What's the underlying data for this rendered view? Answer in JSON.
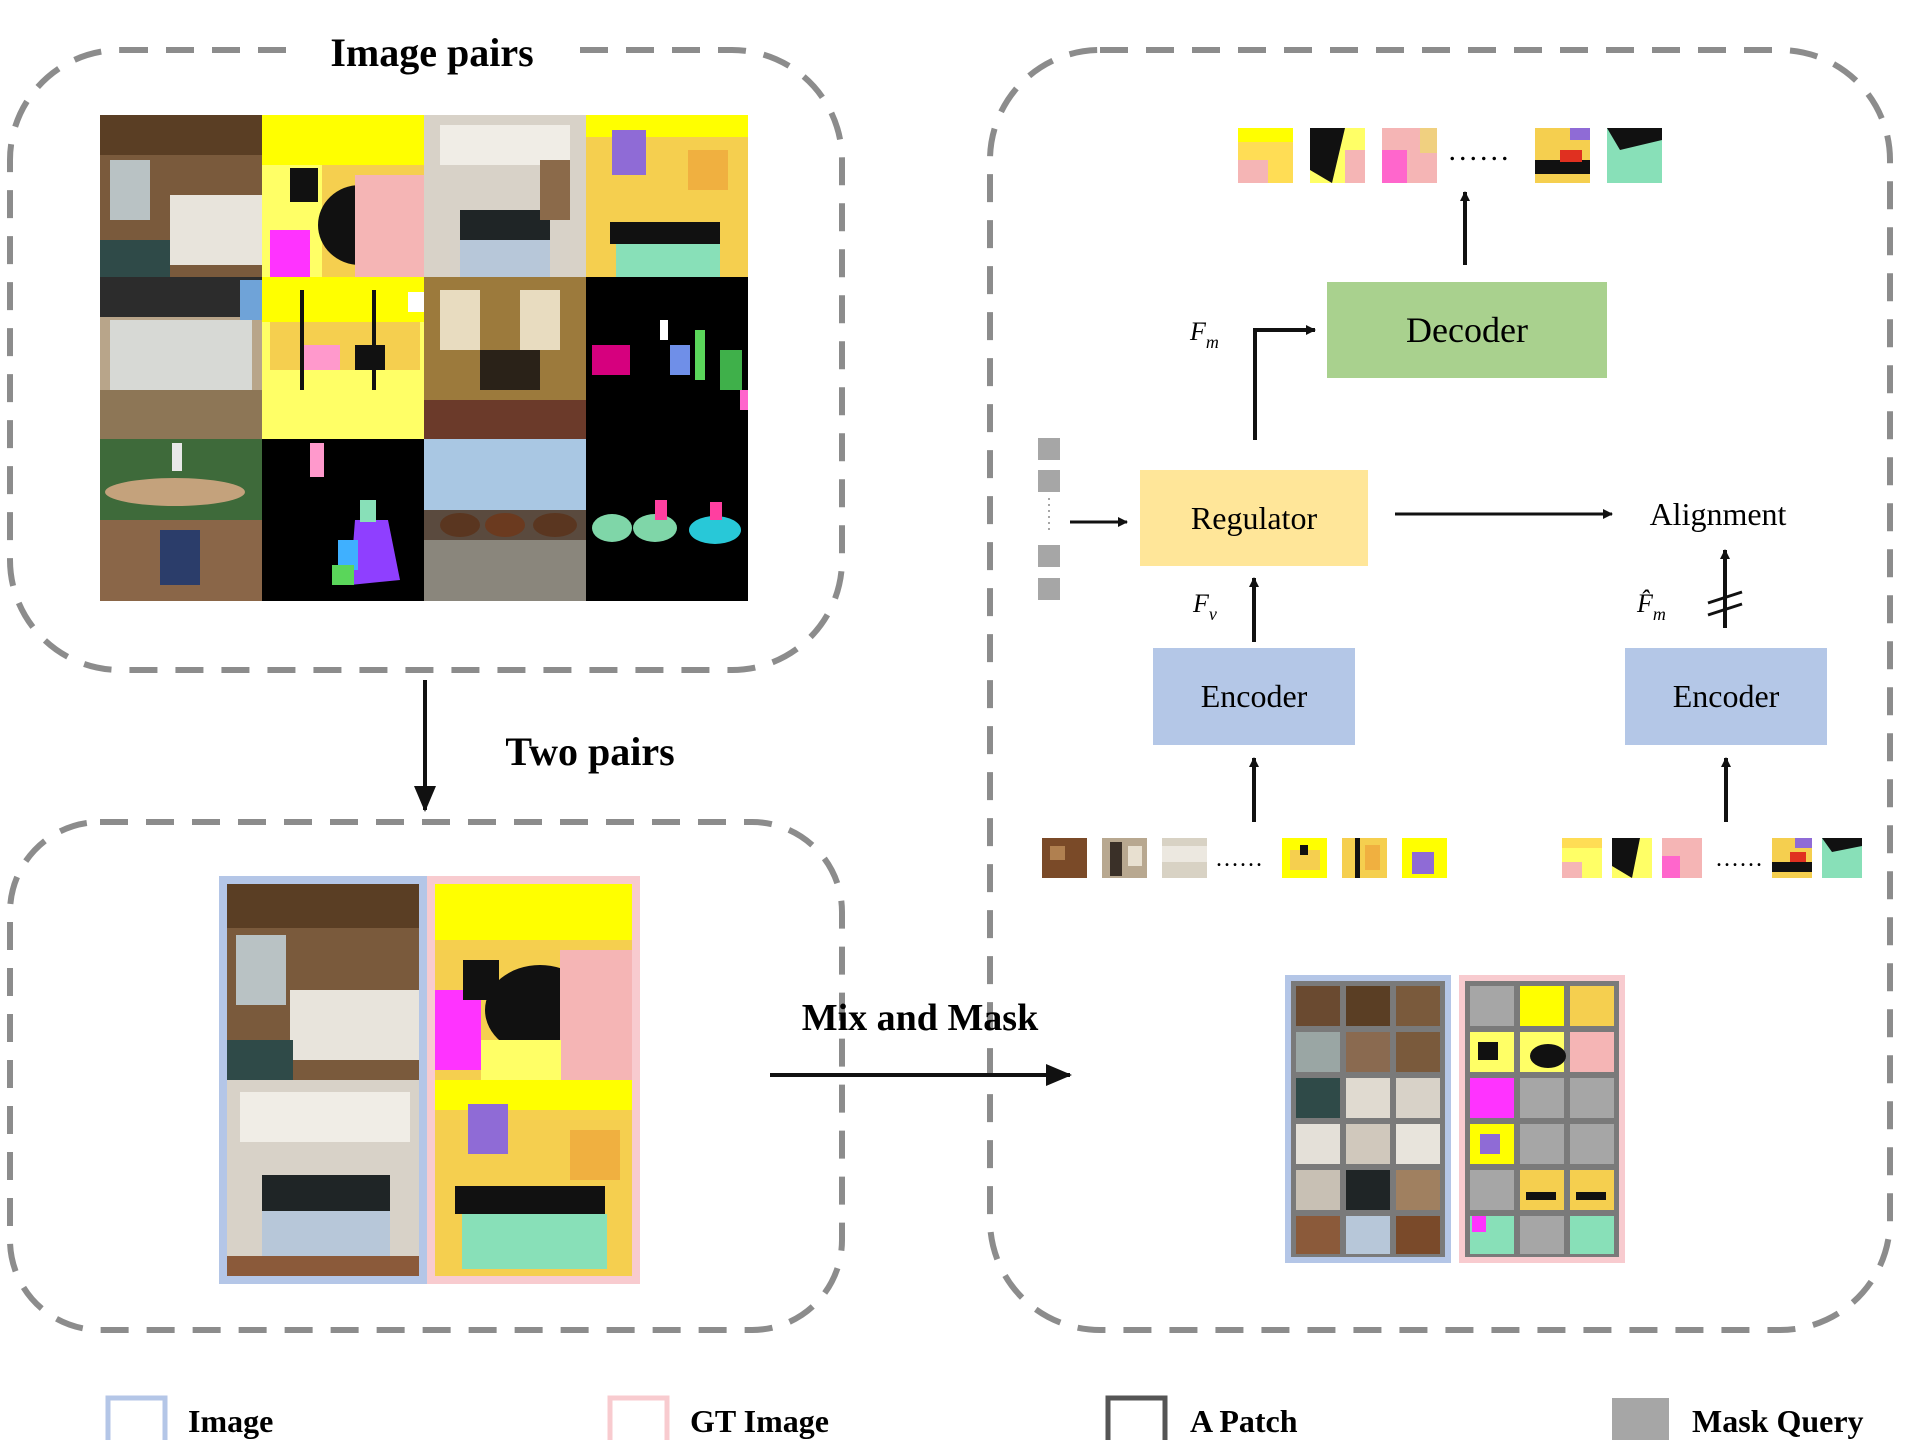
{
  "left_panel": {
    "title": "Image pairs",
    "arrow_label": "Two pairs"
  },
  "mix_arrow_label": "Mix and Mask",
  "pipeline": {
    "decoder": "Decoder",
    "regulator": "Regulator",
    "encoder_left": "Encoder",
    "encoder_right": "Encoder",
    "alignment": "Alignment",
    "fm_label": "F",
    "fm_sub": "m",
    "fv_label": "F",
    "fv_sub": "v",
    "fm_hat_label": "F̂",
    "fm_hat_sub": "m",
    "dots": "......"
  },
  "legend": {
    "image": "Image",
    "gt_image": "GT Image",
    "patch": "A Patch",
    "mask_query": "Mask Query"
  },
  "colors": {
    "image_border": "#b4c6e7",
    "gt_border": "#f8cbcf",
    "decoder_fill": "#a9d18e",
    "regulator_fill": "#ffe699",
    "encoder_fill": "#b4c7e7",
    "mask_gray": "#a6a6a6",
    "dash_gray": "#8c8c8c"
  }
}
